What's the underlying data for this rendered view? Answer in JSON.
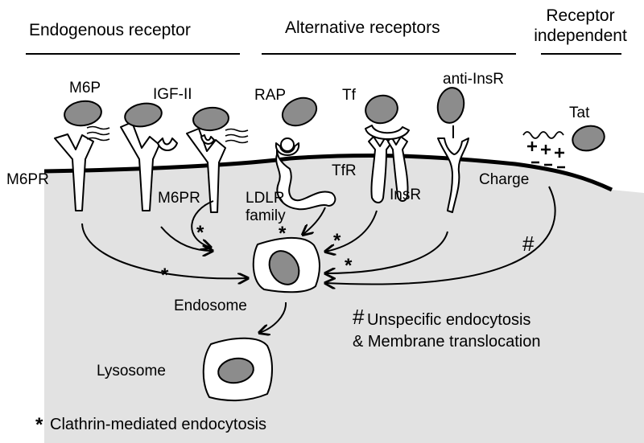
{
  "headers": {
    "endogenous": "Endogenous receptor",
    "alternative": "Alternative receptors",
    "independent_line1": "Receptor",
    "independent_line2": "independent"
  },
  "ligands": {
    "m6p": "M6P",
    "igf2": "IGF-II",
    "rap": "RAP",
    "tf": "Tf",
    "anti_insr": "anti-InsR",
    "tat": "Tat"
  },
  "receptors": {
    "m6pr_left": "M6PR",
    "m6pr_mid": "M6PR",
    "ldlr_line1": "LDLR",
    "ldlr_line2": "family",
    "tfr": "TfR",
    "insr": "InsR",
    "charge": "Charge"
  },
  "compartments": {
    "endosome": "Endosome",
    "lysosome": "Lysosome"
  },
  "markers": {
    "star": "*",
    "hash": "#"
  },
  "legend": {
    "unspecific_line1": "Unspecific endocytosis",
    "unspecific_line2": "& Membrane translocation",
    "clathrin": "Clathrin-mediated endocytosis"
  },
  "colors": {
    "cytoplasm": "#e2e2e2",
    "ligand": "#8c8c8c",
    "outline": "#000000"
  }
}
